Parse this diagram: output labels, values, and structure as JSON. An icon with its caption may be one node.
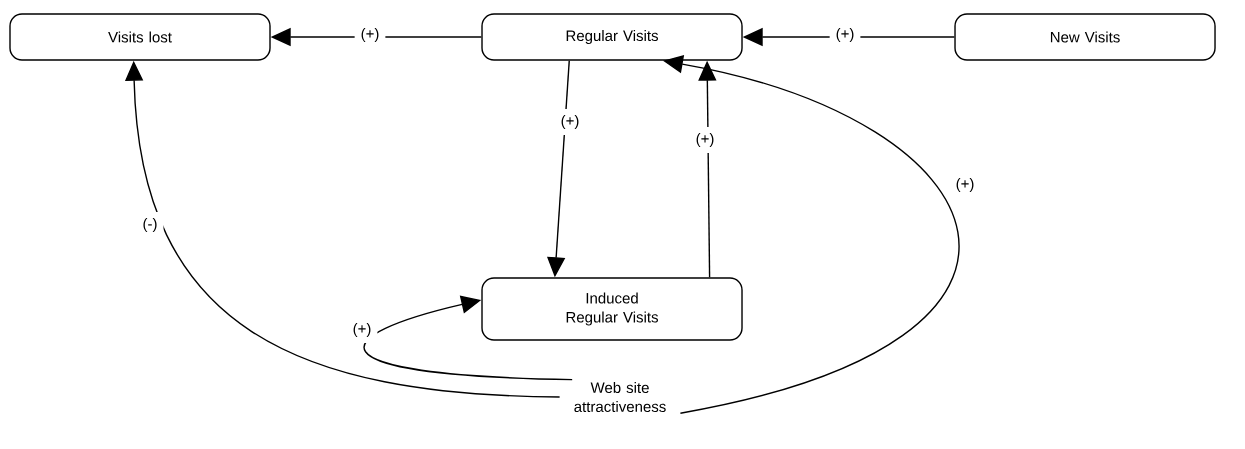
{
  "diagram": {
    "nodes": [
      {
        "text": [
          "Visits lost"
        ]
      },
      {
        "text": [
          "Regular Visits"
        ]
      },
      {
        "text": [
          "New Visits"
        ]
      },
      {
        "text": [
          "Induced Regular Visits"
        ]
      },
      {
        "text": [
          "Web site attractiveness"
        ]
      }
    ],
    "edges": [
      {
        "from": 1,
        "to": 0,
        "arrow": "to",
        "label": "(+)"
      },
      {
        "from": 2,
        "to": 1,
        "arrow": "to",
        "label": "(+)"
      },
      {
        "from": 1,
        "to": 3,
        "arrow": "to",
        "label": "(+)"
      },
      {
        "from": 3,
        "to": 1,
        "arrow": "to",
        "label": "(+)"
      },
      {
        "from": 4,
        "to": 0,
        "arrow": "to",
        "label": "(-)"
      },
      {
        "from": 4,
        "to": 3,
        "arrow": "to",
        "label": "(+)"
      },
      {
        "from": 4,
        "to": 1,
        "arrow": "to",
        "label": "(+)"
      }
    ]
  }
}
